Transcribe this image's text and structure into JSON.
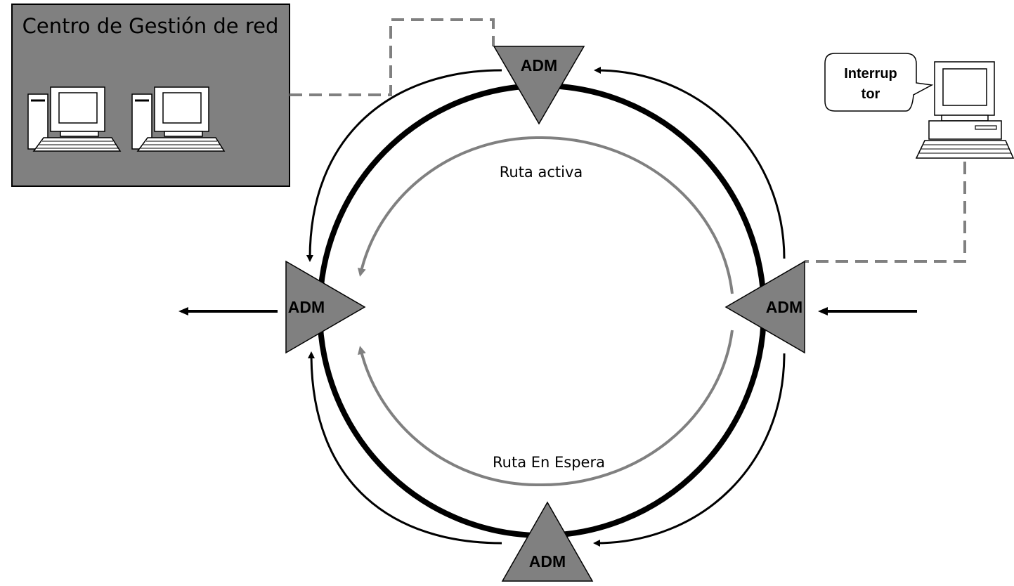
{
  "management_center": {
    "title": "Centro de Gestión de red"
  },
  "nodes": {
    "top": "ADM",
    "left": "ADM",
    "right": "ADM",
    "bottom": "ADM"
  },
  "routes": {
    "active": "Ruta activa",
    "standby": "Ruta En Espera"
  },
  "switch_bubble": {
    "line1": "Interrup",
    "line2": "tor"
  },
  "colors": {
    "node_fill": "#808080",
    "panel_fill": "#808080",
    "dashed_link": "#808080",
    "inner_route": "#808080",
    "ring": "#000000"
  }
}
